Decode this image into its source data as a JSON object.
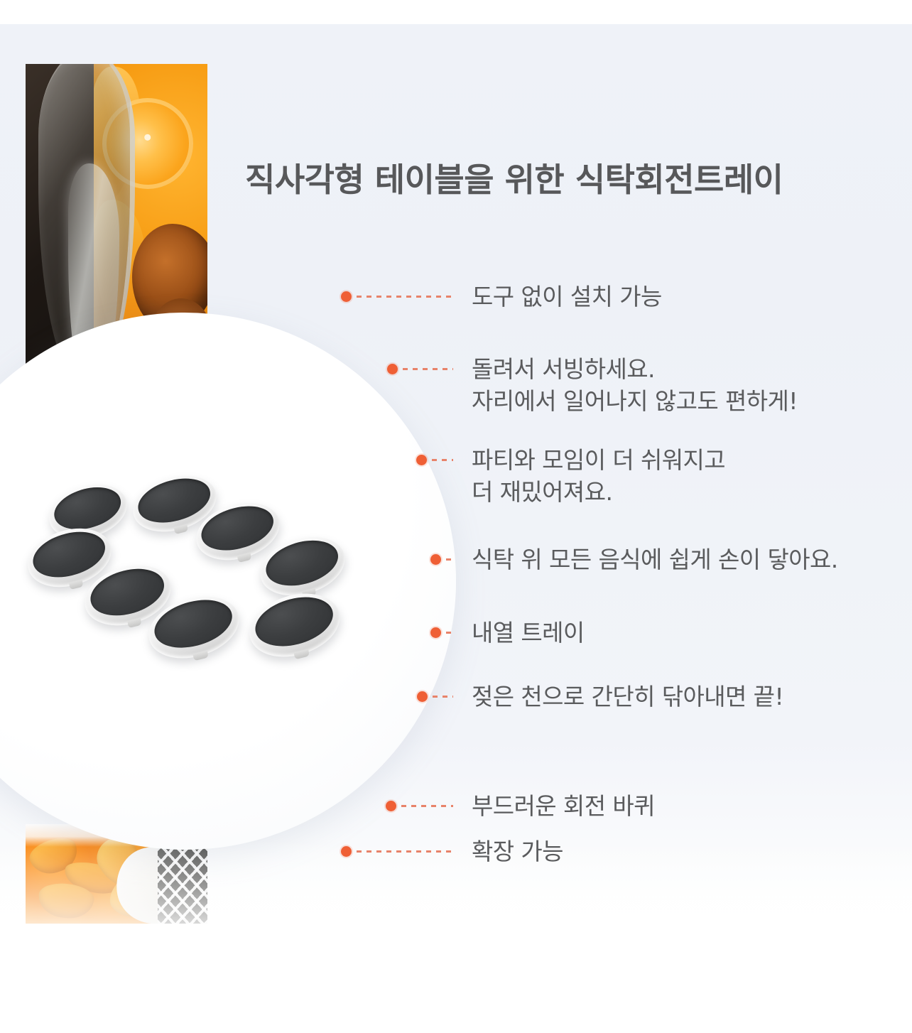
{
  "page": {
    "title": "직사각형 테이블을 위한 식탁회전트레이",
    "background_color": "#eff2f8",
    "accent_color": "#ef5f35",
    "text_color": "#5a5b5d"
  },
  "media": {
    "photo_top": {
      "name": "orange-slices-in-glass-dish-photo",
      "alt": "유리 그릇에 담긴 오렌지 조각과 구운 요리"
    },
    "photo_bottom": {
      "name": "orange-bell-peppers-on-tray-photo",
      "alt": "트레이 위의 오렌지색 파프리카"
    },
    "product_photo": {
      "name": "rotating-tray-cluster-photo",
      "alt": "흰색 테두리와 짙은 회색 상판의 원형 회전 트레이 8개",
      "tray_count": 8,
      "tray_top_color": "#3c3e40",
      "tray_rim_color": "#f1f1f1"
    }
  },
  "features": [
    {
      "id": "no-tools",
      "text": "도구 없이 설치 가능"
    },
    {
      "id": "spin-to-serve",
      "text": "돌려서 서빙하세요.\n자리에서 일어나지 않고도 편하게!"
    },
    {
      "id": "parties-easier",
      "text": "파티와 모임이 더 쉬워지고\n더 재밌어져요."
    },
    {
      "id": "reach-all-food",
      "text": "식탁 위 모든 음식에 쉽게 손이 닿아요."
    },
    {
      "id": "heat-resistant",
      "text": "내열 트레이"
    },
    {
      "id": "easy-clean",
      "text": "젖은 천으로 간단히 닦아내면 끝!"
    },
    {
      "id": "smooth-wheels",
      "text": "부드러운 회전 바퀴"
    },
    {
      "id": "expandable",
      "text": "확장 가능"
    }
  ]
}
